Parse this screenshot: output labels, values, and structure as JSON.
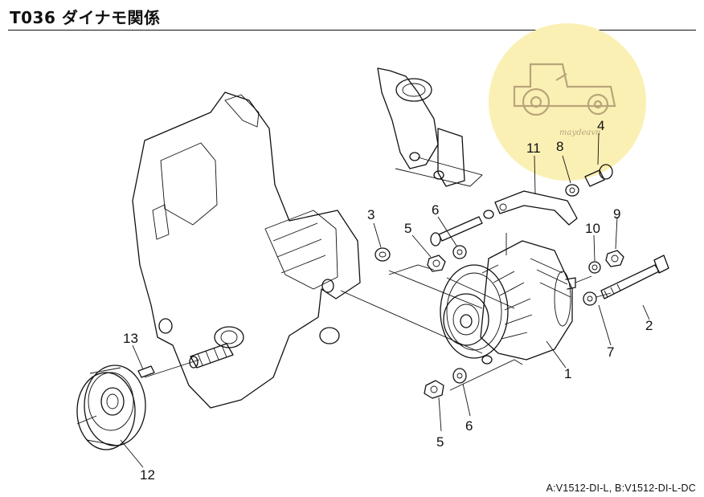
{
  "title": "T036 ダイナモ関係",
  "footer_note": "A:V1512-DI-L,  B:V1512-DI-L-DC",
  "watermark_text": "maydeavn",
  "callouts": [
    "1",
    "2",
    "3",
    "4",
    "5",
    "5",
    "6",
    "6",
    "7",
    "8",
    "9",
    "10",
    "11",
    "12",
    "13"
  ]
}
